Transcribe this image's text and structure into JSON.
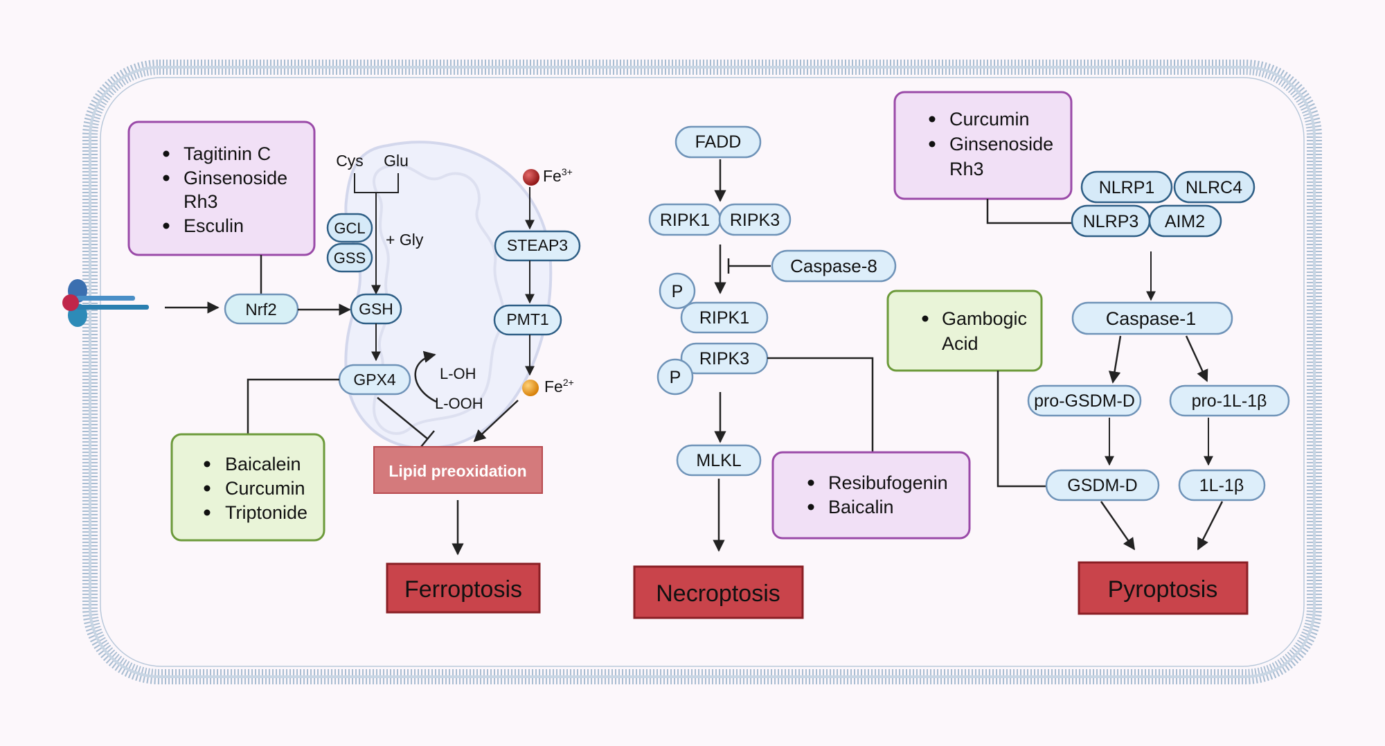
{
  "colors": {
    "background": "#fcf7fb",
    "membrane": "#9fb4cc",
    "node_fill": "#ddeefa",
    "node_stroke": "#6f93b8",
    "dark_node_fill": "#d6eaf8",
    "dark_node_stroke": "#2f5f86",
    "nrf2_fill": "#d7f0f6",
    "purple_box_fill": "#f1e0f6",
    "purple_box_stroke": "#9a4aa8",
    "green_box_fill": "#e9f4d8",
    "green_box_stroke": "#6c9a3a",
    "outcome_fill": "#c9444b",
    "outcome_stroke": "#8a1f25",
    "lipid_fill": "#d47a7c",
    "fe3_color": "#a01c1c",
    "fe2_color": "#e08a10",
    "arrow": "#222222"
  },
  "ferroptosis": {
    "inhibitors_box": [
      "Tagitinin C",
      "Ginsenoside",
      "Rh3",
      "Esculin"
    ],
    "nrf2": "Nrf2",
    "cys": "Cys",
    "glu": "Glu",
    "gcl": "GCL",
    "gss": "GSS",
    "gly": "+ Gly",
    "gsh": "GSH",
    "gpx4": "GPX4",
    "l_oh": "L-OH",
    "l_ooh": "L-OOH",
    "fe3": "Fe",
    "fe3_sup": "3+",
    "steap3": "STEAP3",
    "pmt1": "PMT1",
    "fe2": "Fe",
    "fe2_sup": "2+",
    "lipid": "Lipid preoxidation",
    "activators_box": [
      "Baicalein",
      "Curcumin",
      "Triptonide"
    ],
    "outcome": "Ferroptosis"
  },
  "necroptosis": {
    "fadd": "FADD",
    "ripk1_top": "RIPK1",
    "ripk3_top": "RIPK3",
    "caspase8": "Caspase-8",
    "p1": "P",
    "ripk1_p": "RIPK1",
    "p2": "P",
    "ripk3_p": "RIPK3",
    "mlkl": "MLKL",
    "drugs_box": [
      "Resibufogenin",
      "Baicalin"
    ],
    "outcome": "Necroptosis"
  },
  "pyroptosis": {
    "drugs_box": [
      "Curcumin",
      "Ginsenoside",
      "Rh3"
    ],
    "nlrp1": "NLRP1",
    "nlrc4": "NLRC4",
    "nlrp3": "NLRP3",
    "aim2": "AIM2",
    "caspase1": "Caspase-1",
    "gambogic_box": [
      "Gambogic",
      "Acid"
    ],
    "pro_gsdmd": "pro-GSDM-D",
    "pro_il1b": "pro-1L-1β",
    "gsdmd": "GSDM-D",
    "il1b": "1L-1β",
    "outcome": "Pyroptosis"
  }
}
